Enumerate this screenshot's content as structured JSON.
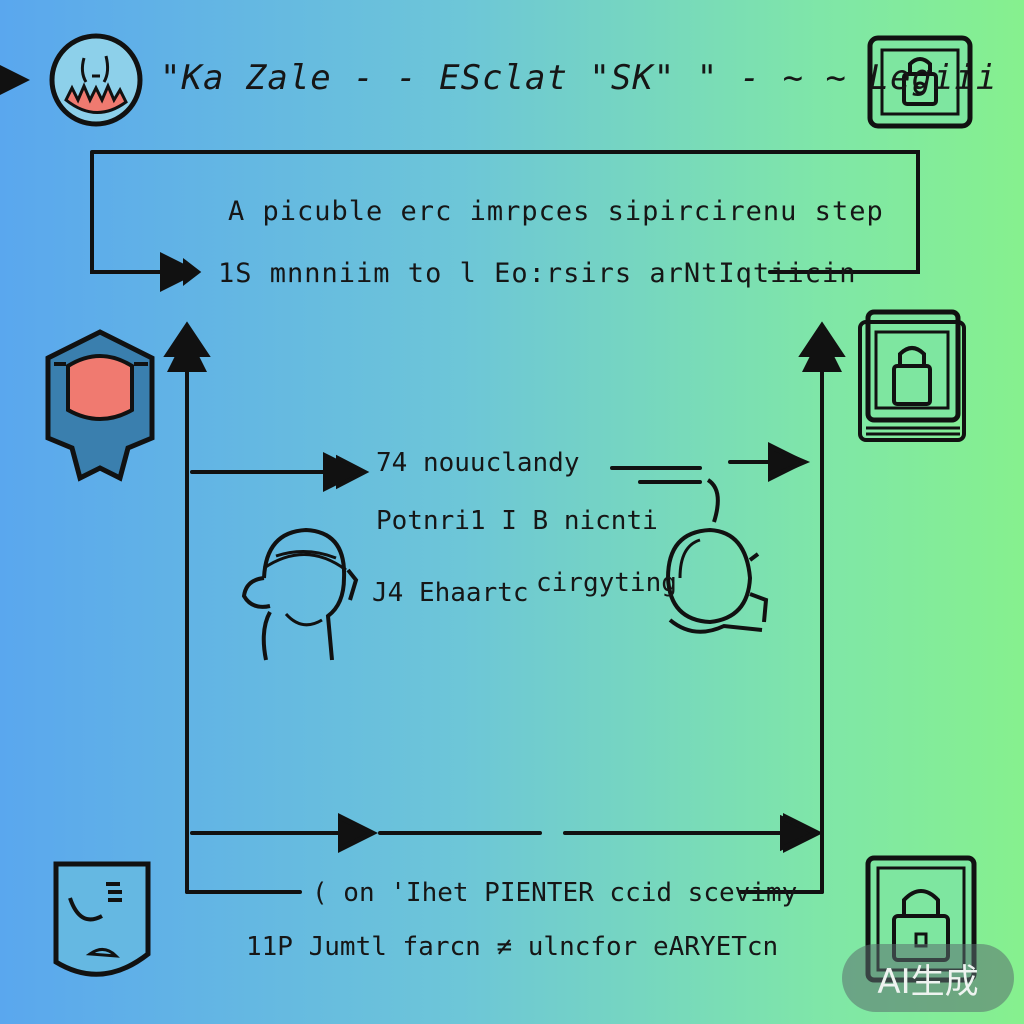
{
  "header": {
    "title": "\"Ka Zale - - ESclat \"SK\" \" - ~ ~ Legiii"
  },
  "top_box": {
    "line1": "A picuble erc imrpces sipircirenu step",
    "line2": "1S mnnniim to l Eo:rsirs arNtIqtiicin"
  },
  "middle": {
    "line1": "74 nouuclandy",
    "line2": "Potnri1 I  B nicnti",
    "line3": "J4 Ehaartc",
    "line3_right": "cirgyting"
  },
  "bottom": {
    "line1": "( on  'Ihet PIENTER ccid scevimy",
    "line2": "11P Jumtl farcn ≠ ulncfor eARYETcn"
  },
  "badge": "AI生成",
  "icons": {
    "top_left": "flame-face-icon",
    "top_right": "padlock-box-icon",
    "left_mid": "hooded-figure-icon",
    "right_mid": "locked-device-icon",
    "left_person": "person-head-icon",
    "right_person": "headset-head-icon",
    "bottom_left": "shield-icon",
    "bottom_right": "padlock-icon"
  },
  "colors": {
    "gradient_left": "#5aa7ee",
    "gradient_right": "#86f08e",
    "accent_red": "#f07a70",
    "ink": "#161616"
  }
}
